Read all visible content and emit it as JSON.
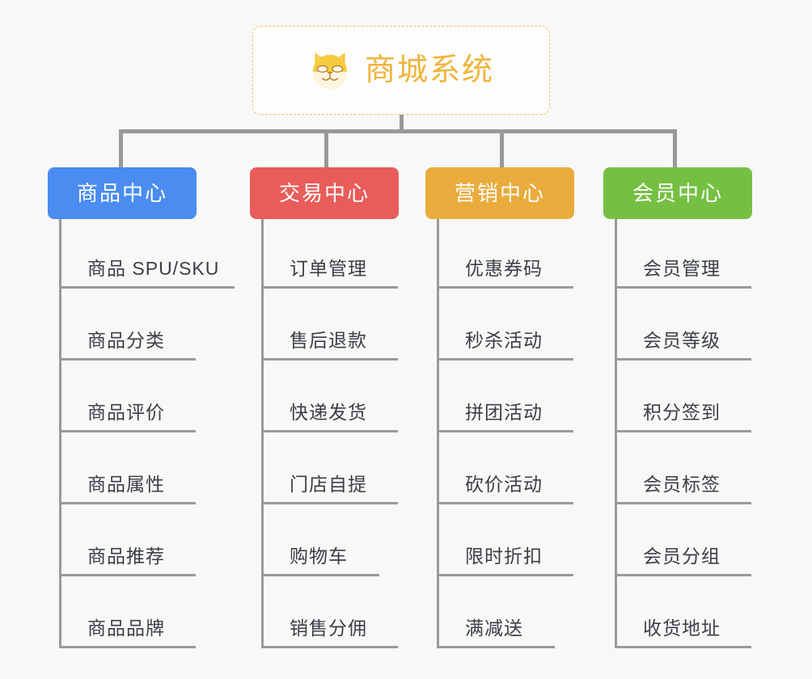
{
  "root": {
    "title": "商城系统",
    "icon": "shiba-dog-icon",
    "accent": "#f0b53c",
    "border_color": "#e9bf72"
  },
  "canvas": {
    "background": "#f8f8f8",
    "connector_color": "#999999",
    "leaf_rule_color": "#9a9a9a",
    "leaf_text_color": "#3b3f45"
  },
  "columns": [
    {
      "title": "商品中心",
      "color": "#4a8cf0",
      "items": [
        "商品 SPU/SKU",
        "商品分类",
        "商品评价",
        "商品属性",
        "商品推荐",
        "商品品牌"
      ]
    },
    {
      "title": "交易中心",
      "color": "#e85d5a",
      "items": [
        "订单管理",
        "售后退款",
        "快递发货",
        "门店自提",
        "购物车",
        "销售分佣"
      ]
    },
    {
      "title": "营销中心",
      "color": "#eaab3d",
      "items": [
        "优惠券码",
        "秒杀活动",
        "拼团活动",
        "砍价活动",
        "限时折扣",
        "满减送"
      ]
    },
    {
      "title": "会员中心",
      "color": "#75c043",
      "items": [
        "会员管理",
        "会员等级",
        "积分签到",
        "会员标签",
        "会员分组",
        "收货地址"
      ]
    }
  ]
}
